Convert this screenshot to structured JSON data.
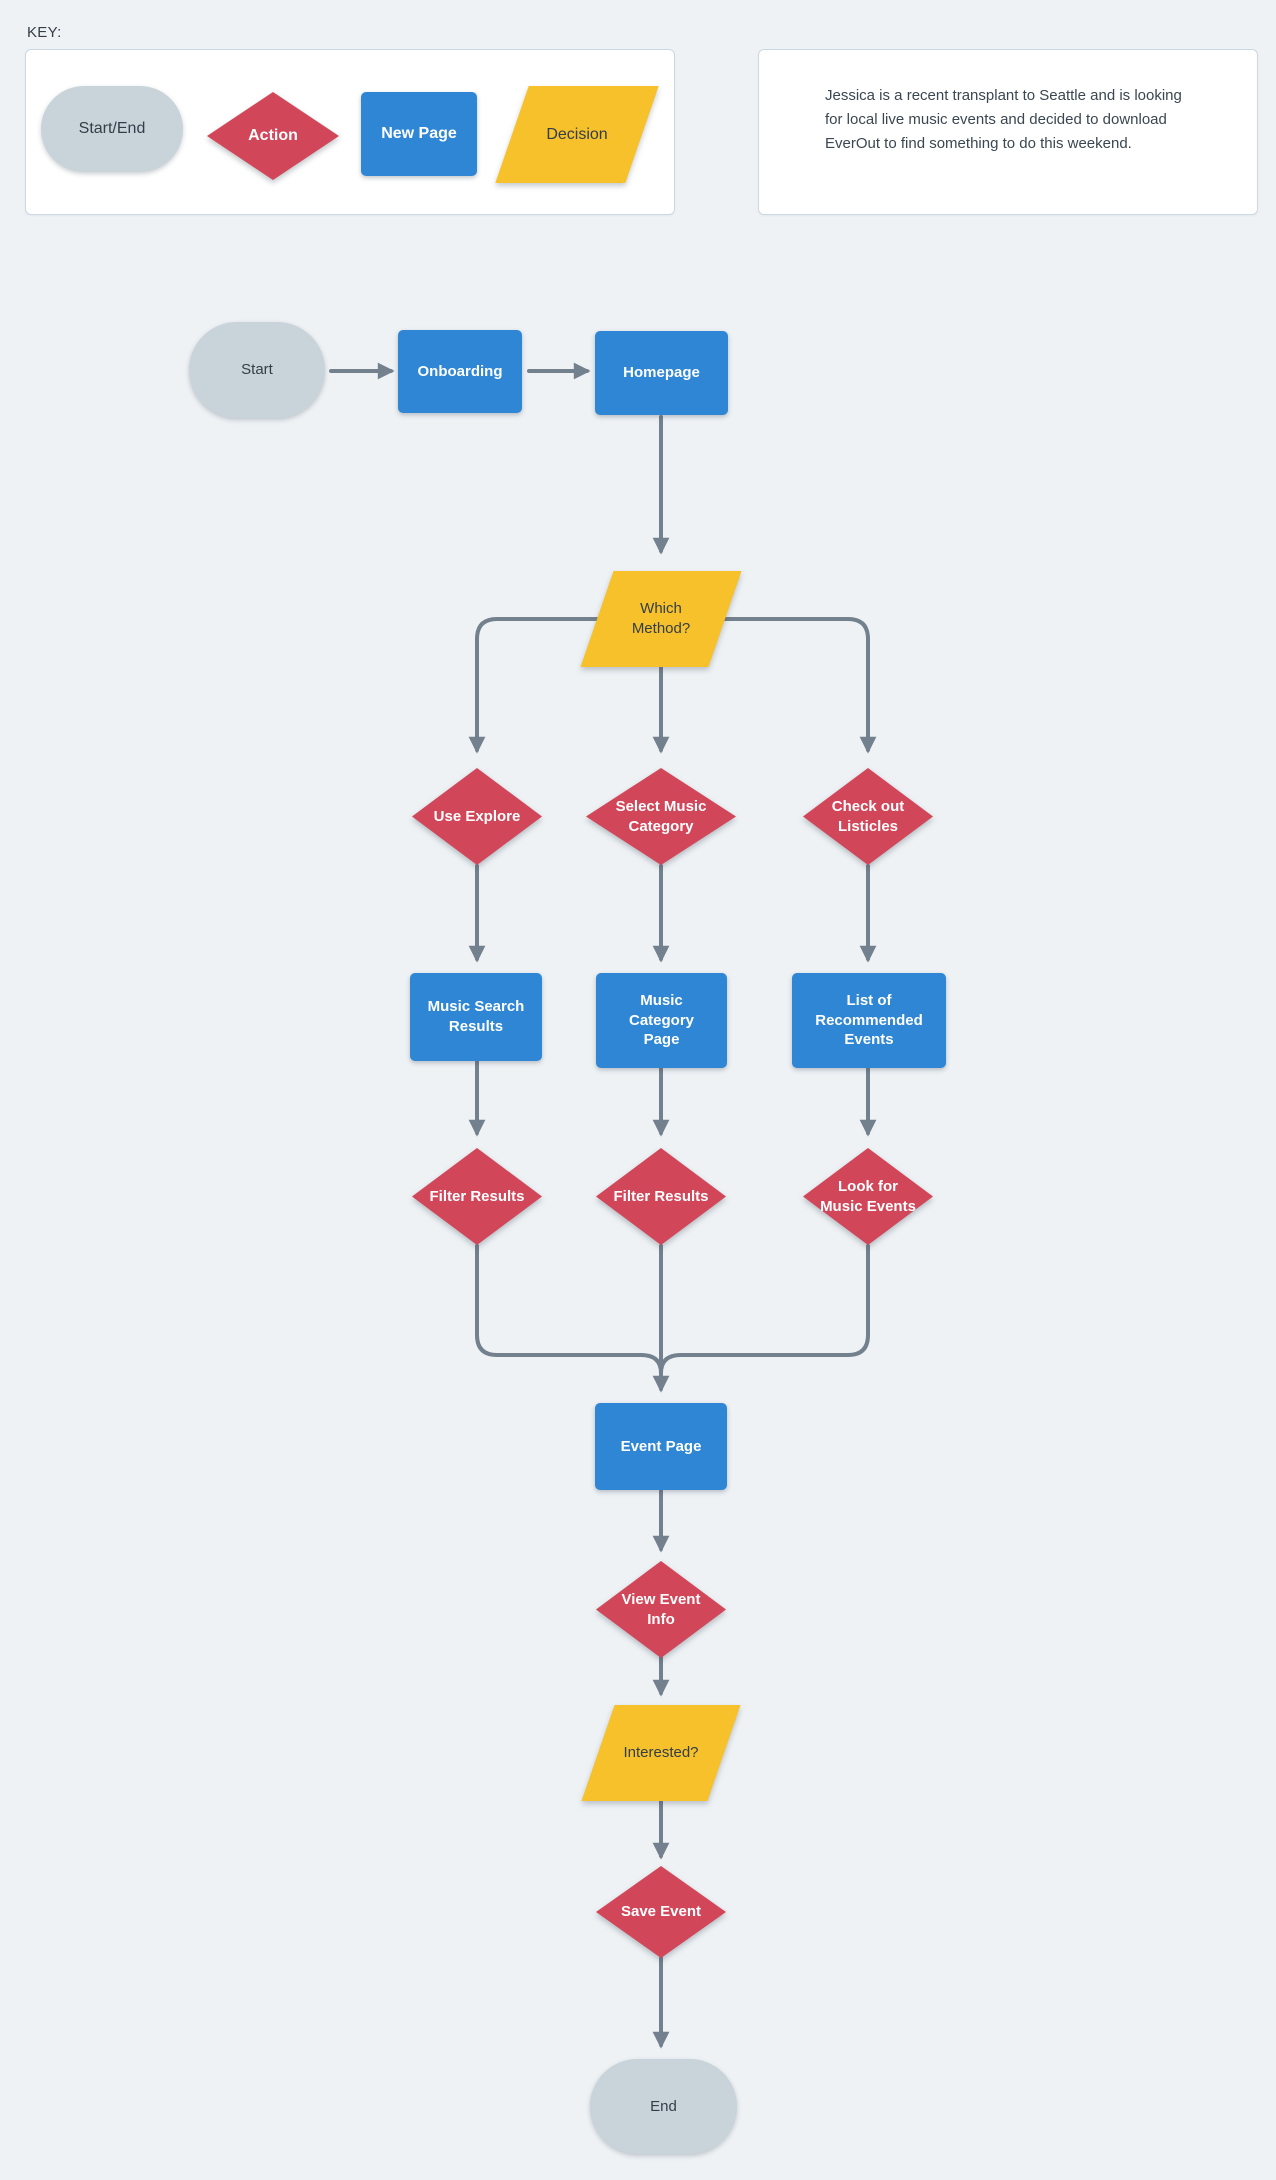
{
  "key": {
    "heading": "KEY:",
    "items": [
      {
        "shape": "pill",
        "label": "Start/End"
      },
      {
        "shape": "diamond",
        "label": "Action"
      },
      {
        "shape": "rect",
        "label": "New Page"
      },
      {
        "shape": "parallelogram",
        "label": "Decision"
      }
    ]
  },
  "note": {
    "text": "Jessica is a recent transplant to Seattle and is looking for local live music events and decided to download EverOut to find something to do this weekend."
  },
  "flow": {
    "nodes": {
      "start": {
        "type": "pill",
        "label": "Start"
      },
      "onboarding": {
        "type": "rect",
        "label": "Onboarding"
      },
      "homepage": {
        "type": "rect",
        "label": "Homepage"
      },
      "which_method": {
        "type": "parallelogram",
        "label": "Which Method?"
      },
      "use_explore": {
        "type": "diamond",
        "label": "Use Explore"
      },
      "select_music_category": {
        "type": "diamond",
        "label": "Select Music Category"
      },
      "check_out_listicles": {
        "type": "diamond",
        "label": "Check out Listicles"
      },
      "music_search_results": {
        "type": "rect",
        "label": "Music Search Results"
      },
      "music_category_page": {
        "type": "rect",
        "label": "Music Category Page"
      },
      "list_of_recommended_events": {
        "type": "rect",
        "label": "List of Recommended Events"
      },
      "filter_results_1": {
        "type": "diamond",
        "label": "Filter Results"
      },
      "filter_results_2": {
        "type": "diamond",
        "label": "Filter Results"
      },
      "look_for_music_events": {
        "type": "diamond",
        "label": "Look for Music Events"
      },
      "event_page": {
        "type": "rect",
        "label": "Event Page"
      },
      "view_event_info": {
        "type": "diamond",
        "label": "View Event Info"
      },
      "interested": {
        "type": "parallelogram",
        "label": "Interested?"
      },
      "save_event": {
        "type": "diamond",
        "label": "Save Event"
      },
      "end": {
        "type": "pill",
        "label": "End"
      }
    },
    "edges": [
      {
        "from": "start",
        "to": "onboarding"
      },
      {
        "from": "onboarding",
        "to": "homepage"
      },
      {
        "from": "homepage",
        "to": "which_method"
      },
      {
        "from": "which_method",
        "to": "use_explore"
      },
      {
        "from": "which_method",
        "to": "select_music_category"
      },
      {
        "from": "which_method",
        "to": "check_out_listicles"
      },
      {
        "from": "use_explore",
        "to": "music_search_results"
      },
      {
        "from": "select_music_category",
        "to": "music_category_page"
      },
      {
        "from": "check_out_listicles",
        "to": "list_of_recommended_events"
      },
      {
        "from": "music_search_results",
        "to": "filter_results_1"
      },
      {
        "from": "music_category_page",
        "to": "filter_results_2"
      },
      {
        "from": "list_of_recommended_events",
        "to": "look_for_music_events"
      },
      {
        "from": "filter_results_1",
        "to": "event_page"
      },
      {
        "from": "filter_results_2",
        "to": "event_page"
      },
      {
        "from": "look_for_music_events",
        "to": "event_page"
      },
      {
        "from": "event_page",
        "to": "view_event_info"
      },
      {
        "from": "view_event_info",
        "to": "interested"
      },
      {
        "from": "interested",
        "to": "save_event"
      },
      {
        "from": "save_event",
        "to": "end"
      }
    ]
  },
  "colors": {
    "background": "#eef2f5",
    "new_page_blue": "#2e86d5",
    "action_red": "#d24659",
    "decision_yellow": "#f6c12b",
    "start_end_gray": "#c9d3da",
    "connector_gray": "#73808d",
    "text_dark": "#333e48",
    "panel_border": "#ccd9e2"
  }
}
